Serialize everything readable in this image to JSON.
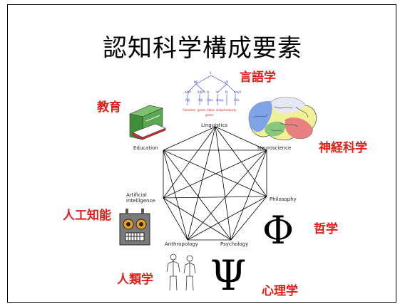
{
  "title": "認知科学構成要素",
  "disciplines": [
    {
      "en": "Linguistics",
      "ja": "言語学",
      "icon": "syntax-tree-icon"
    },
    {
      "en": "Neuroscience",
      "ja": "神経科学",
      "icon": "brain-icon"
    },
    {
      "en": "Philosophy",
      "ja": "哲学",
      "icon": "phi-letter-icon"
    },
    {
      "en": "Psychology",
      "ja": "心理学",
      "icon": "psi-letter-icon"
    },
    {
      "en": "Anthropology",
      "ja": "人類学",
      "icon": "human-figures-icon"
    },
    {
      "en": "Artificial\nintelligence",
      "ja": "人工知能",
      "icon": "robot-icon"
    },
    {
      "en": "Education",
      "ja": "教育",
      "icon": "book-icon"
    }
  ],
  "phi_symbol": "Φ",
  "psi_symbol": "Ψ",
  "colors": {
    "label": "#e0201b",
    "line": "#000000"
  }
}
